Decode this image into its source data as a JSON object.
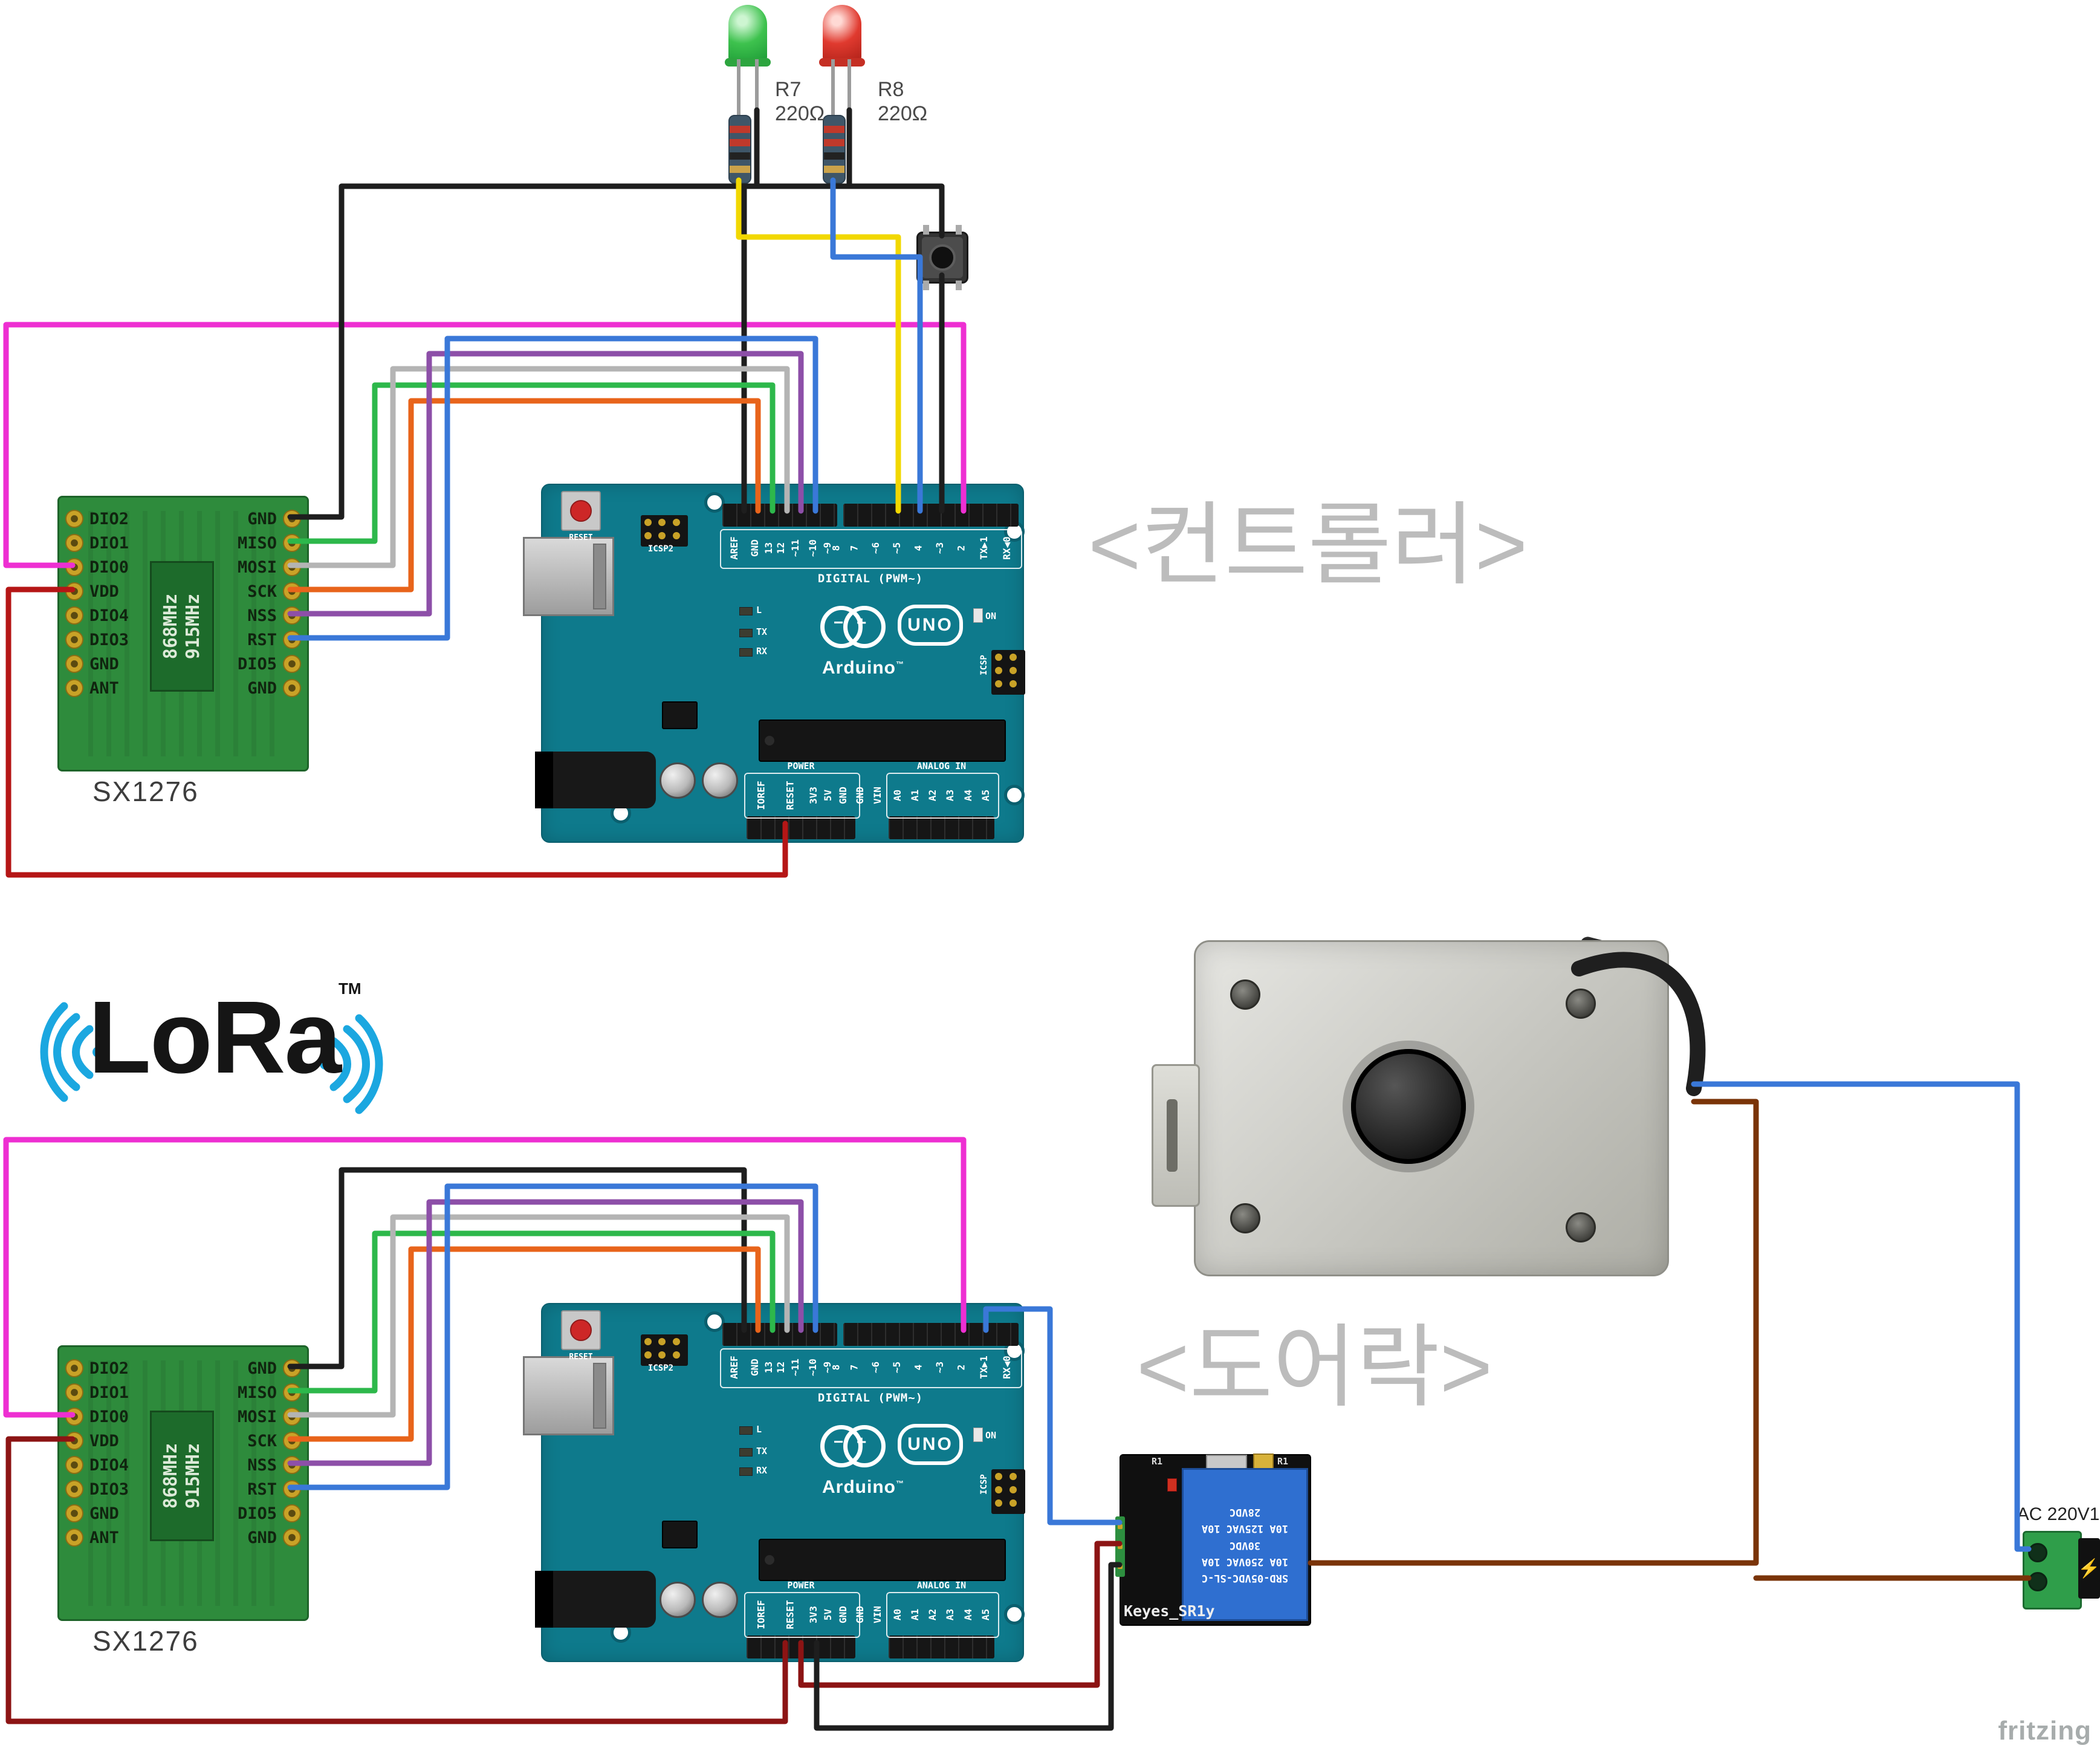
{
  "colors": {
    "board-teal": "#0e7a8c",
    "board-teal-dark": "#0a5f6e",
    "pcb-green": "#2e8b3c",
    "pcb-green-dark": "#1d6329",
    "chip-green": "#1d6b2b",
    "gold": "#c9a227",
    "header-black": "#161616",
    "wire-magenta": "#ee2fd2",
    "wire-red": "#b51616",
    "wire-darkred": "#8c1414",
    "wire-brown": "#7a3408",
    "wire-black": "#1e1e1e",
    "wire-green": "#2db84b",
    "wire-orange": "#e8641b",
    "wire-gray": "#b4b4b4",
    "wire-purple": "#8d4fa8",
    "wire-blue": "#3a78d8",
    "wire-yellow": "#f2d800",
    "lora-blue": "#1ba7e0",
    "title-gray": "#bcbcbc",
    "led-green": "#3ec24e",
    "led-red": "#e03a2f",
    "relay-blue": "#2f6fd0",
    "terminal-green": "#2f9e4a"
  },
  "titles": {
    "controller": "<컨트롤러>",
    "doorlock": "<도어락>"
  },
  "annotations": {
    "watermark": "fritzing"
  },
  "leds": {
    "r7_name": "R7",
    "r7_value": "220Ω",
    "r8_name": "R8",
    "r8_value": "220Ω"
  },
  "lora_logo": {
    "text": "LoRa",
    "tm": "TM"
  },
  "sx1276": {
    "label": "SX1276",
    "left_pins": [
      "DIO2",
      "DIO1",
      "DIO0",
      "VDD",
      "DIO4",
      "DIO3",
      "GND",
      "ANT"
    ],
    "right_pins": [
      "GND",
      "MISO",
      "MOSI",
      "SCK",
      "NSS",
      "RST",
      "DIO5",
      "GND"
    ],
    "chip_lines": [
      "868MHz",
      "915MHz"
    ]
  },
  "arduino": {
    "brand": "Arduino",
    "brand_tm": "™",
    "model": "UNO",
    "reset_label": "RESET",
    "icsp2_label": "ICSP2",
    "icsp_label": "ICSP",
    "digital_caption": "DIGITAL (PWM~)",
    "power_caption": "POWER",
    "analog_caption": "ANALOG IN",
    "on_label": "ON",
    "l_label": "L",
    "tx_label": "TX",
    "rx_label": "RX",
    "logo_minus": "−",
    "logo_plus": "+",
    "digital_pins_left": [
      "AREF",
      "GND",
      "13",
      "12",
      "~11",
      "~10",
      "~9",
      "8"
    ],
    "digital_pins_right": [
      "7",
      "~6",
      "~5",
      "4",
      "~3",
      "2",
      "TX▶1",
      "RX◀0"
    ],
    "power_pins": [
      "IOREF",
      "RESET",
      "3V3",
      "5V",
      "GND",
      "GND",
      "VIN"
    ],
    "analog_pins": [
      "A0",
      "A1",
      "A2",
      "A3",
      "A4",
      "A5"
    ]
  },
  "relay": {
    "label": "Keyes_SR1y",
    "marking": "R1",
    "cube_lines": [
      "SRD-05VDC-SL-C",
      "10A 250VAC 10A 30VDC",
      "10A 125VAC 10A 28VDC"
    ]
  },
  "ac": {
    "label": "AC 220V1",
    "bolt": "⚡"
  }
}
